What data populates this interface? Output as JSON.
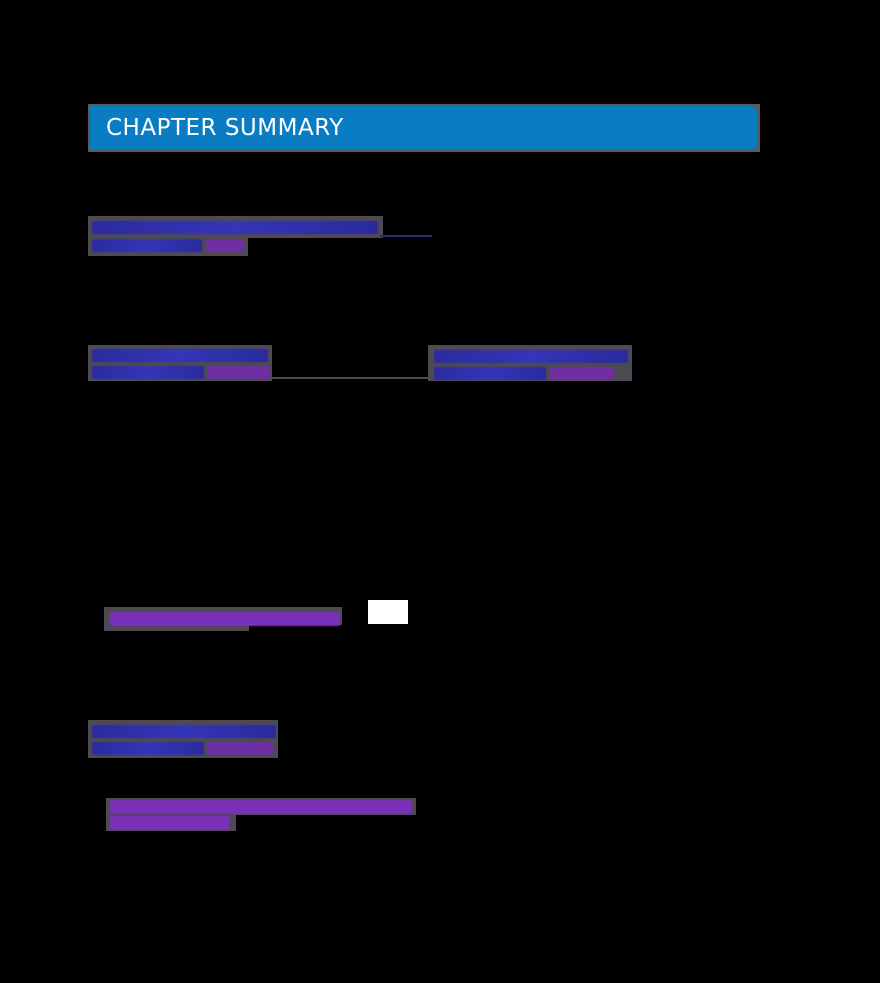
{
  "header": {
    "title": "CHAPTER SUMMARY"
  },
  "sections": [
    {
      "id": "section-1",
      "heading_line1": "[illegible – blurred heading]",
      "heading_line2": "[illegible – blurred subheading]",
      "reference": "[illegible]"
    },
    {
      "id": "section-2",
      "heading_line1": "[illegible – blurred heading]",
      "heading_line2": "[illegible – blurred subheading]",
      "reference": "[illegible]"
    },
    {
      "id": "section-3",
      "heading_line1": "[illegible – blurred heading]",
      "heading_line2": "[illegible – blurred subheading]",
      "reference": "[illegible]"
    },
    {
      "id": "section-4",
      "heading_line1": "[illegible – blurred heading]",
      "heading_line2": "[illegible – blurred subheading]",
      "reference": "[illegible]"
    }
  ],
  "bullets": [
    {
      "text": "[illegible – blurred bullet text]"
    },
    {
      "text": "[illegible – blurred bullet text, line 1]",
      "text_line2": "[illegible – line 2]"
    }
  ],
  "colors": {
    "banner": "#0a7cc4",
    "heading_blue": "#3030b0",
    "reference_purple": "#6e2fa3",
    "bullet_purple": "#7a30b8",
    "background": "#000000"
  }
}
